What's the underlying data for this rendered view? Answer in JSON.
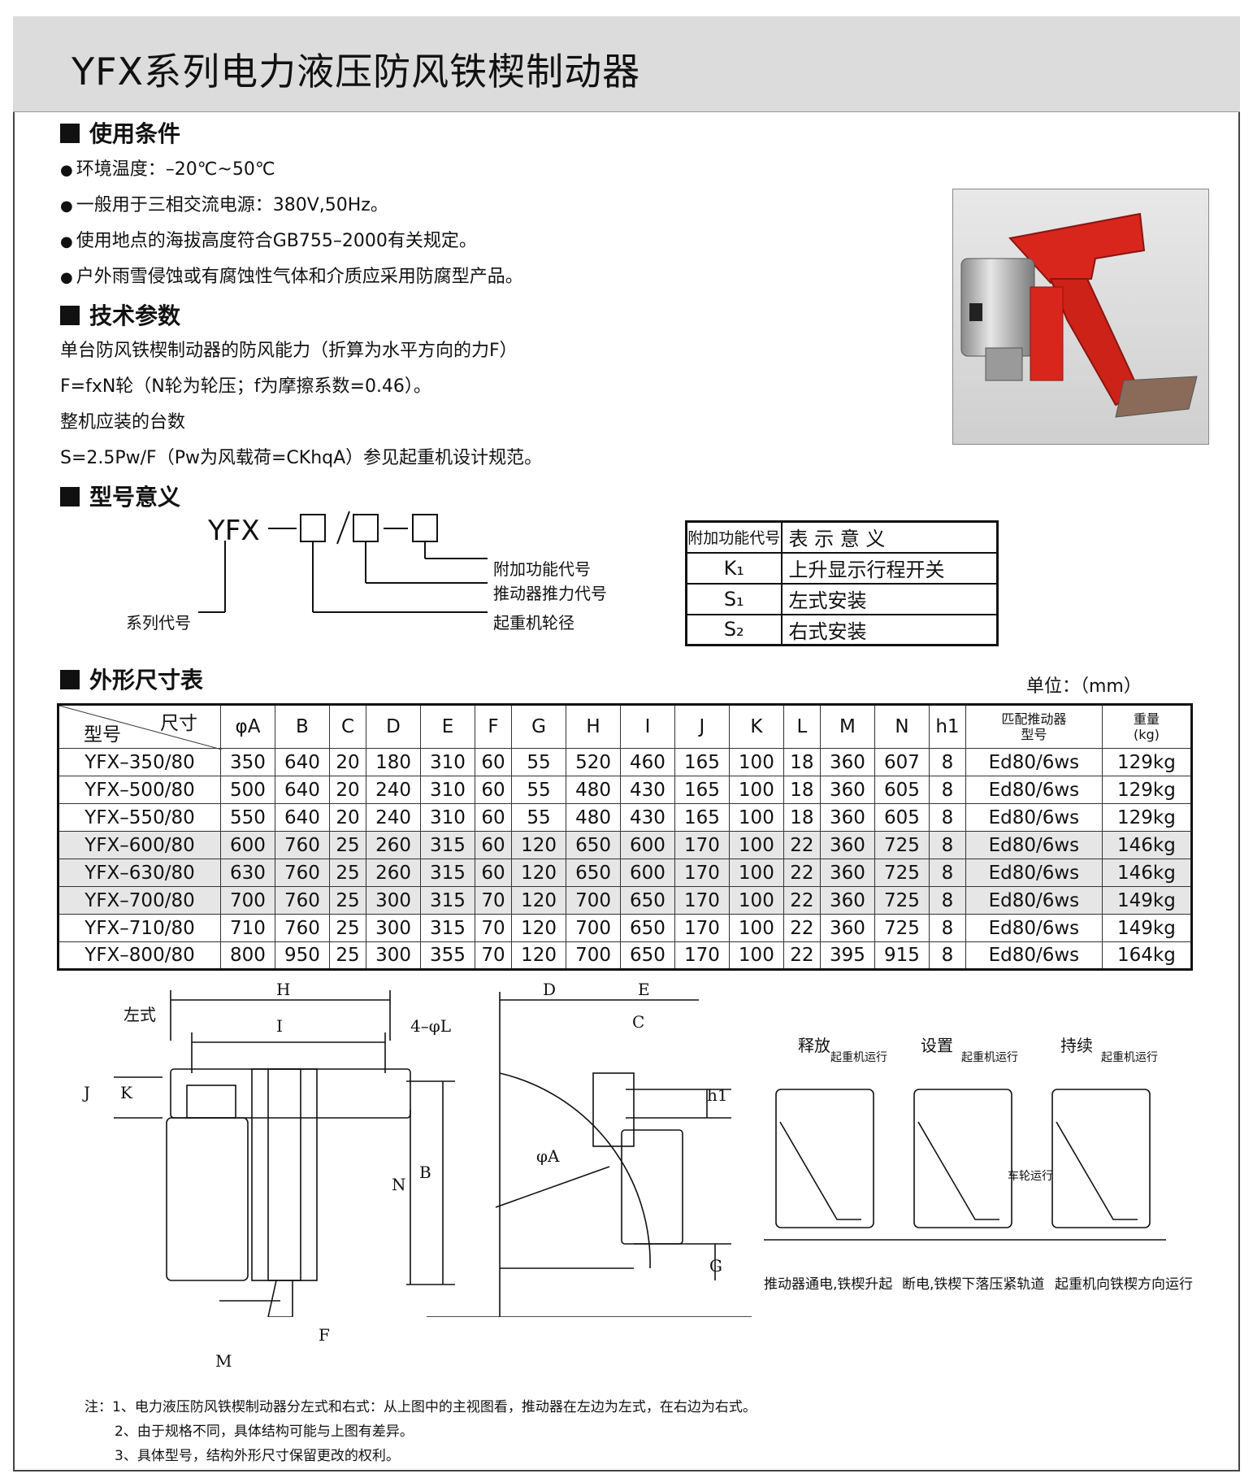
{
  "title": "YFX系列电力液压防风铁楔制动器",
  "conditions": {
    "heading": "使用条件",
    "items": [
      "环境温度：–20℃~50℃",
      "一般用于三相交流电源：380V,50Hz。",
      "使用地点的海拔高度符合GB755–2000有关规定。",
      "户外雨雪侵蚀或有腐蚀性气体和介质应采用防腐型产品。"
    ]
  },
  "tech": {
    "heading": "技术参数",
    "line1": "单台防风铁楔制动器的防风能力（折算为水平方向的力F）",
    "line2": "F=fxN轮（N轮为轮压；f为摩擦系数=0.46）。",
    "line3": "整机应装的台数",
    "line4": "S=2.5Pw/F（Pw为风载荷=CKhqA）参见起重机设计规范。"
  },
  "model": {
    "heading": "型号意义",
    "prefix": "YFX",
    "label_series": "系列代号",
    "label_wheel": "起重机轮径",
    "label_thrust": "推动器推力代号",
    "label_extra": "附加功能代号"
  },
  "func_table": {
    "header": [
      "附加功能代号",
      "表 示 意 义"
    ],
    "rows": [
      [
        "K₁",
        "上升显示行程开关"
      ],
      [
        "S₁",
        "左式安装"
      ],
      [
        "S₂",
        "右式安装"
      ]
    ]
  },
  "dims": {
    "heading": "外形尺寸表",
    "unit": "单位：（mm）",
    "corner_top": "尺寸",
    "corner_bottom": "型号",
    "columns": [
      "φA",
      "B",
      "C",
      "D",
      "E",
      "F",
      "G",
      "H",
      "I",
      "J",
      "K",
      "L",
      "M",
      "N",
      "h1",
      "匹配推动器\n型号",
      "重量\n(kg)"
    ],
    "rows": [
      [
        "YFX–350/80",
        "350",
        "640",
        "20",
        "180",
        "310",
        "60",
        "55",
        "520",
        "460",
        "165",
        "100",
        "18",
        "360",
        "607",
        "8",
        "Ed80/6ws",
        "129kg"
      ],
      [
        "YFX–500/80",
        "500",
        "640",
        "20",
        "240",
        "310",
        "60",
        "55",
        "480",
        "430",
        "165",
        "100",
        "18",
        "360",
        "605",
        "8",
        "Ed80/6ws",
        "129kg"
      ],
      [
        "YFX–550/80",
        "550",
        "640",
        "20",
        "240",
        "310",
        "60",
        "55",
        "480",
        "430",
        "165",
        "100",
        "18",
        "360",
        "605",
        "8",
        "Ed80/6ws",
        "129kg"
      ],
      [
        "YFX–600/80",
        "600",
        "760",
        "25",
        "260",
        "315",
        "60",
        "120",
        "650",
        "600",
        "170",
        "100",
        "22",
        "360",
        "725",
        "8",
        "Ed80/6ws",
        "146kg"
      ],
      [
        "YFX–630/80",
        "630",
        "760",
        "25",
        "260",
        "315",
        "60",
        "120",
        "650",
        "600",
        "170",
        "100",
        "22",
        "360",
        "725",
        "8",
        "Ed80/6ws",
        "146kg"
      ],
      [
        "YFX–700/80",
        "700",
        "760",
        "25",
        "300",
        "315",
        "70",
        "120",
        "700",
        "650",
        "170",
        "100",
        "22",
        "360",
        "725",
        "8",
        "Ed80/6ws",
        "149kg"
      ],
      [
        "YFX–710/80",
        "710",
        "760",
        "25",
        "300",
        "315",
        "70",
        "120",
        "700",
        "650",
        "170",
        "100",
        "22",
        "360",
        "725",
        "8",
        "Ed80/6ws",
        "149kg"
      ],
      [
        "YFX–800/80",
        "800",
        "950",
        "25",
        "300",
        "355",
        "70",
        "120",
        "700",
        "650",
        "170",
        "100",
        "22",
        "395",
        "915",
        "8",
        "Ed80/6ws",
        "164kg"
      ]
    ]
  },
  "drawing": {
    "left_label": "左式",
    "dims": [
      "H",
      "I",
      "4–φL",
      "J",
      "K",
      "N",
      "B",
      "M",
      "F",
      "D",
      "E",
      "C",
      "h1",
      "φA",
      "G"
    ],
    "states": [
      {
        "title": "释放",
        "sub": "起重机运行",
        "caption": "推动器通电,铁楔升起"
      },
      {
        "title": "设置",
        "sub": "起重机运行",
        "caption": "断电,铁楔下落压紧轨道"
      },
      {
        "title": "持续",
        "sub": "起重机运行",
        "caption": "起重机向铁楔方向运行"
      }
    ],
    "wheel_label": "车轮运行"
  },
  "notes": [
    "注：1、电力液压防风铁楔制动器分左式和右式：从上图中的主视图看，推动器在左边为左式，在右边为右式。",
    "2、由于规格不同，具体结构可能与上图有差异。",
    "3、具体型号，结构外形尺寸保留更改的权利。"
  ],
  "colors": {
    "title_bg": "#dcdcdc",
    "shade": "#e6e6e6",
    "product_red": "#d8261c"
  }
}
